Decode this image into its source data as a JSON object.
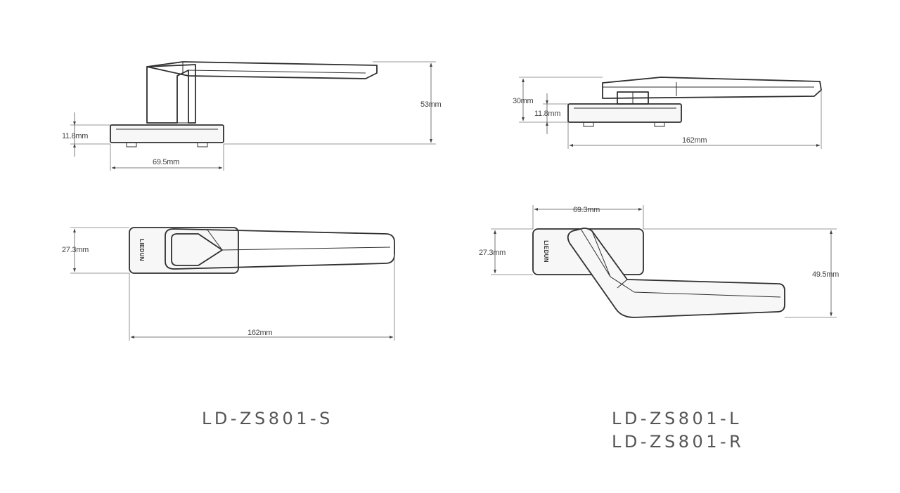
{
  "brand_mark": "LIEDUN",
  "diagrams": {
    "s_side": {
      "height": "53mm",
      "base_height": "11.8mm",
      "base_width": "69.5mm"
    },
    "s_top": {
      "width": "27.3mm",
      "length": "162mm"
    },
    "lr_side": {
      "height": "30mm",
      "base_height": "11.8mm",
      "length": "162mm"
    },
    "lr_top": {
      "plate_width": "69.3mm",
      "width": "27.3mm",
      "depth": "49.5mm"
    }
  },
  "models": {
    "s": "LD-ZS801-S",
    "l": "LD-ZS801-L",
    "r": "LD-ZS801-R"
  }
}
